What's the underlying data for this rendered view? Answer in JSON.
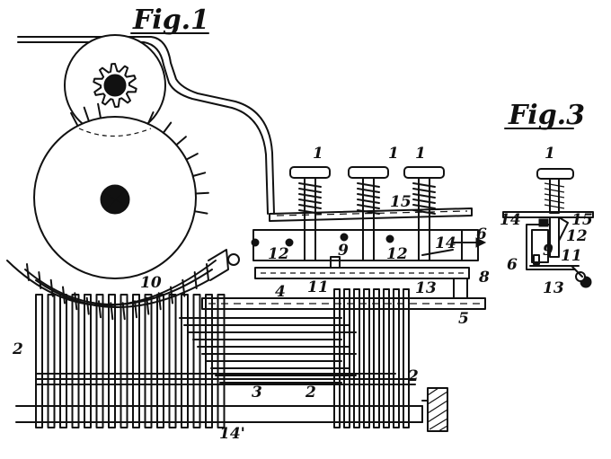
{
  "figure1": {
    "title": "Fig.1",
    "labels": {
      "key_a": "1",
      "key_b": "1",
      "key_c": "1",
      "p2_left": "2",
      "p2_mid": "2",
      "p2_right": "2",
      "p3": "3",
      "p4": "4",
      "p5": "5",
      "p6": "6",
      "p8": "8",
      "p9": "9",
      "p10": "10",
      "p11": "11",
      "p12_a": "12",
      "p12_b": "12",
      "p13": "13",
      "p14": "14",
      "p14p": "14'",
      "p15": "15"
    }
  },
  "figure3": {
    "title": "Fig.3",
    "labels": {
      "key": "1",
      "p6": "6",
      "p9": "9",
      "p11": "11",
      "p12": "12",
      "p13": "13",
      "p14": "14",
      "p15": "15"
    }
  }
}
